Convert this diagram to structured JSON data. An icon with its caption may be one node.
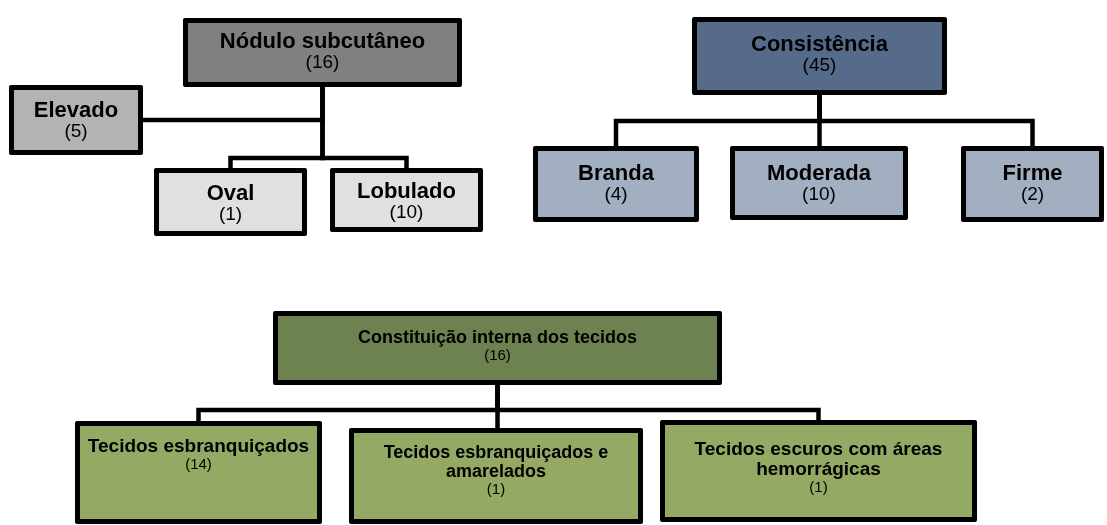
{
  "diagram": {
    "nodes": [
      {
        "text": [
          "Nódulo subcutâneo",
          "(16)"
        ]
      },
      {
        "text": [
          "Elevado",
          "(5)"
        ]
      },
      {
        "text": [
          "Oval",
          "(1)"
        ]
      },
      {
        "text": [
          "Lobulado",
          "(10)"
        ]
      },
      {
        "text": [
          "Consistência",
          "(45)"
        ]
      },
      {
        "text": [
          "Branda",
          "(4)"
        ]
      },
      {
        "text": [
          "Moderada",
          "(10)"
        ]
      },
      {
        "text": [
          "Firme",
          "(2)"
        ]
      },
      {
        "text": [
          "Constituição interna dos tecidos",
          "(16)"
        ]
      },
      {
        "text": [
          "Tecidos esbranquiçados",
          "(14)"
        ]
      },
      {
        "text": [
          "Tecidos esbranquiçados e amarelados",
          "(1)"
        ]
      },
      {
        "text": [
          "Tecidos escuros com áreas hemorrágicas",
          "(1)"
        ]
      }
    ],
    "edges": [
      {
        "from": 0,
        "to": 1,
        "arrow": "none"
      },
      {
        "from": 0,
        "to": 2,
        "arrow": "none"
      },
      {
        "from": 0,
        "to": 3,
        "arrow": "none"
      },
      {
        "from": 4,
        "to": 5,
        "arrow": "none"
      },
      {
        "from": 4,
        "to": 6,
        "arrow": "none"
      },
      {
        "from": 4,
        "to": 7,
        "arrow": "none"
      },
      {
        "from": 8,
        "to": 9,
        "arrow": "none"
      },
      {
        "from": 8,
        "to": 10,
        "arrow": "none"
      },
      {
        "from": 8,
        "to": 11,
        "arrow": "none"
      }
    ]
  }
}
